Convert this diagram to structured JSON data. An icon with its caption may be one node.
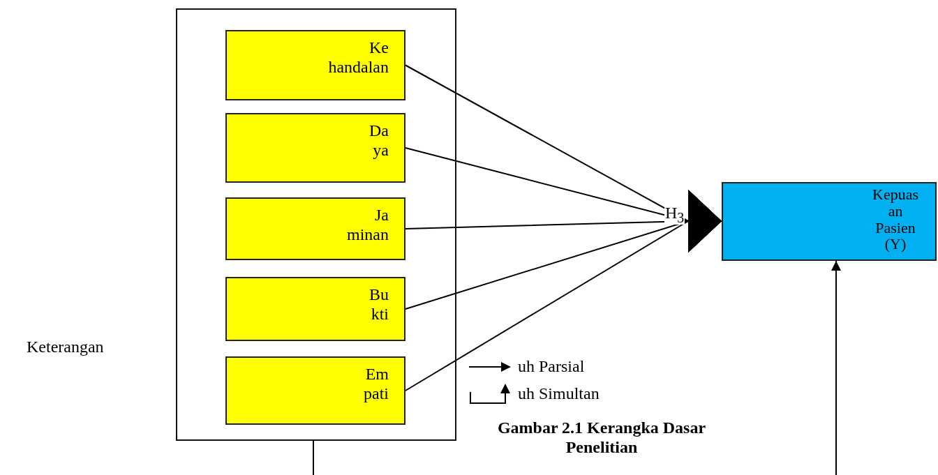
{
  "diagram": {
    "caption": "Gambar 2.1 Kerangka Dasar Penelitian",
    "nodes": [
      {
        "text": [],
        "shape": "box"
      },
      {
        "text": [
          "Ke handalan"
        ],
        "in": 0
      },
      {
        "text": [
          "Da ya"
        ],
        "in": 0
      },
      {
        "text": [
          "Ja minan"
        ],
        "in": 0
      },
      {
        "text": [
          "Bu kti"
        ],
        "in": 0
      },
      {
        "text": [
          "Em pati"
        ],
        "in": 0
      },
      {
        "text": [
          "Kepuas an Pasien (Y)"
        ]
      }
    ],
    "edges": [
      {
        "from": 1,
        "to": 6,
        "arrow": "to"
      },
      {
        "from": 2,
        "to": 6,
        "arrow": "to"
      },
      {
        "from": 3,
        "to": 6,
        "arrow": "to",
        "label": "H$_{3}$"
      },
      {
        "from": 4,
        "to": 6,
        "arrow": "to"
      },
      {
        "from": 5,
        "to": 6,
        "arrow": "to"
      },
      {
        "from": null,
        "to": 6,
        "arrow": "to"
      }
    ],
    "labels": [
      "Keterangan"
    ],
    "legend": [
      {
        "text": "uh Parsial"
      },
      {
        "text": "uh Simultan"
      }
    ]
  }
}
